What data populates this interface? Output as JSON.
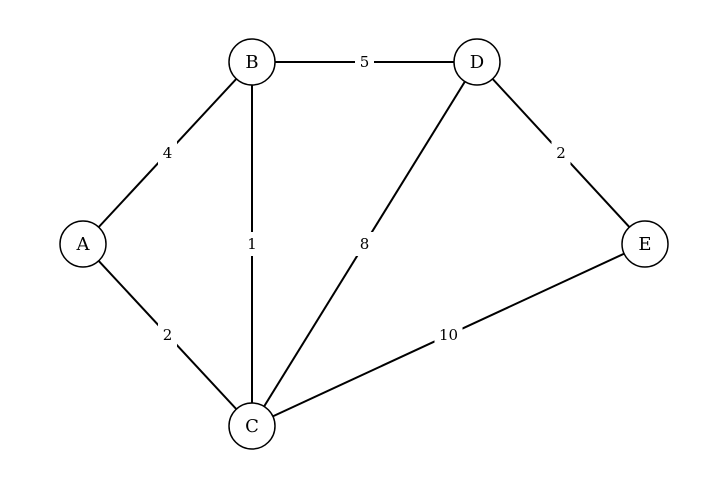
{
  "graph": {
    "nodes": [
      {
        "id": "A",
        "label": "A"
      },
      {
        "id": "B",
        "label": "B"
      },
      {
        "id": "C",
        "label": "C"
      },
      {
        "id": "D",
        "label": "D"
      },
      {
        "id": "E",
        "label": "E"
      }
    ],
    "edges": [
      {
        "from": "A",
        "to": "B",
        "weight": "4"
      },
      {
        "from": "A",
        "to": "C",
        "weight": "2"
      },
      {
        "from": "B",
        "to": "D",
        "weight": "5"
      },
      {
        "from": "B",
        "to": "C",
        "weight": "1"
      },
      {
        "from": "D",
        "to": "C",
        "weight": "8"
      },
      {
        "from": "D",
        "to": "E",
        "weight": "2"
      },
      {
        "from": "C",
        "to": "E",
        "weight": "10"
      }
    ],
    "colors": {
      "stroke": "#000000",
      "fill": "#ffffff"
    }
  }
}
